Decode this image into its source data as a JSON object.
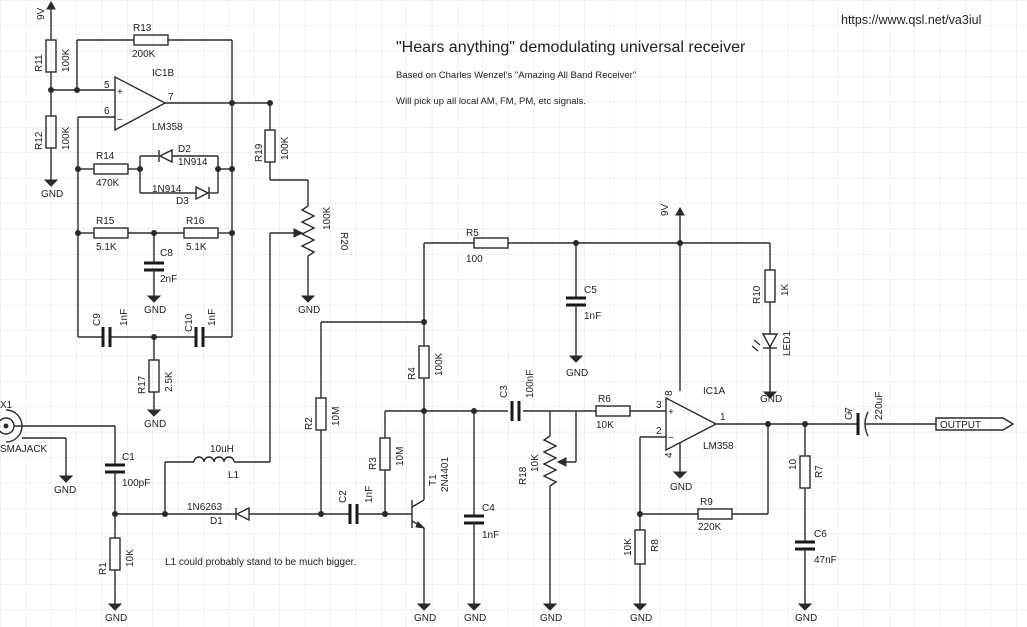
{
  "header": {
    "url": "https://www.qsl.net/va3iul",
    "title": "\"Hears anything\" demodulating universal receiver",
    "subtitle": "Based on Charles Wenzel's \"Amazing All Band Receiver\"",
    "description": "Will pick up all local AM, FM, PM, etc signals."
  },
  "note": "L1 could probably stand to be much bigger.",
  "labels": {
    "gnd": "GND",
    "v9": "9V",
    "output": "OUTPUT",
    "ic1b_name": "IC1B",
    "ic1b_part": "LM358",
    "ic1b_p5": "5",
    "ic1b_p6": "6",
    "ic1b_p7": "7",
    "ic1a_name": "IC1A",
    "ic1a_part": "LM358",
    "ic1a_p3": "3",
    "ic1a_p2": "2",
    "ic1a_p1": "1",
    "ic1a_p8": "8",
    "ic1a_p4": "4",
    "r13_name": "R13",
    "r13_val": "200K",
    "r11_name": "R11",
    "r11_val": "100K",
    "r12_name": "R12",
    "r12_val": "100K",
    "r14_name": "R14",
    "r14_val": "470K",
    "d2_name": "D2",
    "d2_part": "1N914",
    "d3_name": "D3",
    "d3_part": "1N914",
    "r15_name": "R15",
    "r15_val": "5.1K",
    "r16_name": "R16",
    "r16_val": "5.1K",
    "c8_name": "C8",
    "c8_val": "2nF",
    "c9_name": "C9",
    "c9_val": "1nF",
    "c10_name": "C10",
    "c10_val": "1nF",
    "r17_name": "R17",
    "r17_val": "2.5K",
    "r19_name": "R19",
    "r19_val": "100K",
    "r20_name": "R20",
    "r20_val": "100K",
    "x1_name": "X1",
    "x1_part": "SMAJACK",
    "c1_name": "C1",
    "c1_val": "100pF",
    "l1_name": "L1",
    "l1_val": "10uH",
    "d1_name": "D1",
    "d1_part": "1N6263",
    "r1_name": "R1",
    "r1_val": "10K",
    "r2_name": "R2",
    "r2_val": "10M",
    "c2_name": "C2",
    "c2_val": "1nF",
    "r3_name": "R3",
    "r3_val": "10M",
    "r4_name": "R4",
    "r4_val": "100K",
    "t1_name": "T1",
    "t1_part": "2N4401",
    "c4_name": "C4",
    "c4_val": "1nF",
    "r5_name": "R5",
    "r5_val": "100",
    "c5_name": "C5",
    "c5_val": "1nF",
    "c3_name": "C3",
    "c3_val": "100nF",
    "r18_name": "R18",
    "r18_val": "10K",
    "r6_name": "R6",
    "r6_val": "10K",
    "r10_name": "R10",
    "r10_val": "1K",
    "led1_name": "LED1",
    "r9_name": "R9",
    "r9_val": "220K",
    "r8_name": "R8",
    "r8_val": "10K",
    "c7_name": "C7",
    "c7_val": "220uF",
    "r7_name": "R7",
    "r7_val": "10",
    "c6_name": "C6",
    "c6_val": "47nF"
  }
}
